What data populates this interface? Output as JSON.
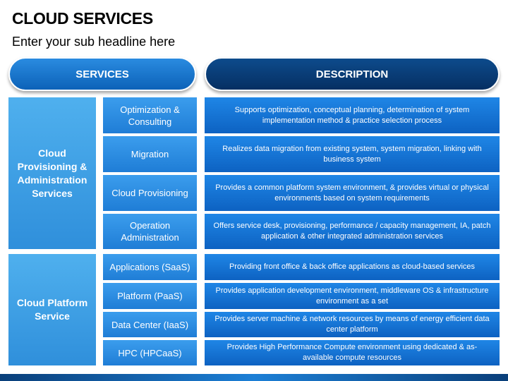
{
  "header": {
    "title": "CLOUD SERVICES",
    "subtitle": "Enter your sub headline here"
  },
  "columns": {
    "services": "SERVICES",
    "description": "DESCRIPTION"
  },
  "groups": [
    {
      "label": "Cloud Provisioning & Administration Services"
    },
    {
      "label": "Cloud Platform Service"
    }
  ],
  "rows": [
    {
      "service": "Optimization & Consulting",
      "description": "Supports optimization, conceptual planning, determination of system implementation method & practice selection process"
    },
    {
      "service": "Migration",
      "description": "Realizes data migration from existing system, system migration, linking with business system"
    },
    {
      "service": "Cloud Provisioning",
      "description": "Provides a common platform system environment, & provides virtual  or physical environments based on system requirements"
    },
    {
      "service": "Operation Administration",
      "description": "Offers service desk, provisioning, performance / capacity management, IA, patch application & other integrated administration services"
    },
    {
      "service": "Applications (SaaS)",
      "description": "Providing front office & back office applications as cloud-based services"
    },
    {
      "service": "Platform (PaaS)",
      "description": "Provides application development environment, middleware OS & infrastructure environment as a set"
    },
    {
      "service": "Data Center (IaaS)",
      "description": "Provides server machine & network resources by means of energy efficient data center platform"
    },
    {
      "service": "HPC (HPCaaS)",
      "description": "Provides High Performance Compute environment using dedicated & as-available compute resources"
    }
  ],
  "colors": {
    "accent_light": "#3b9ded",
    "accent_dark": "#062f62"
  }
}
